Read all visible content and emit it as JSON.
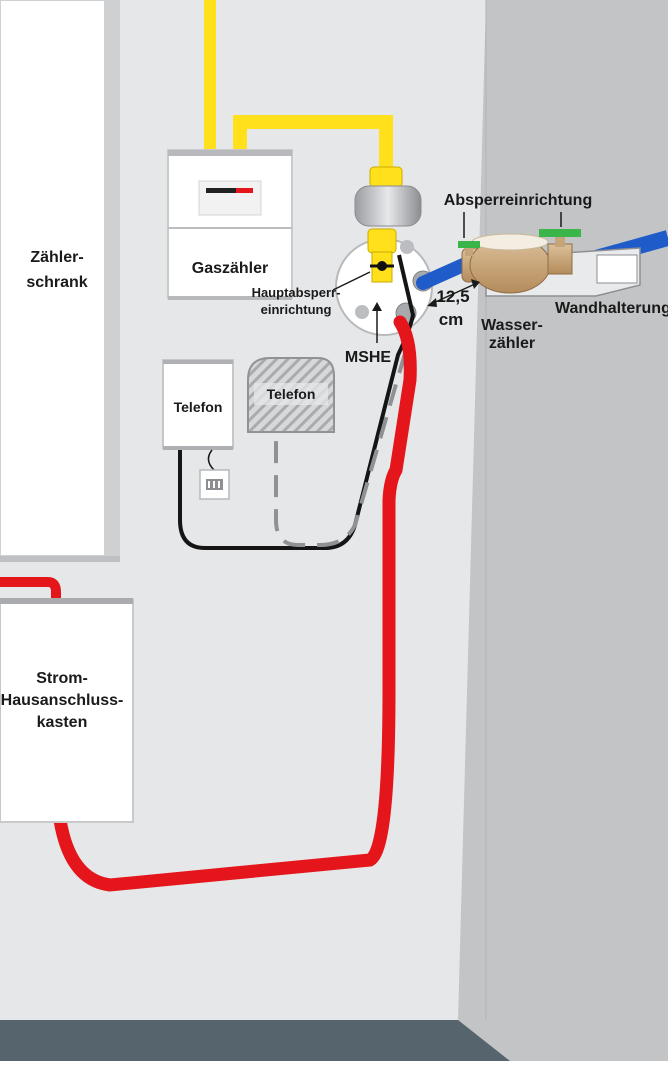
{
  "labels": {
    "zaehlerschrank_line1": "Zähler-",
    "zaehlerschrank_line2": "schrank",
    "gaszaehler": "Gaszähler",
    "absperreinrichtung": "Absperreinrichtung",
    "hauptabsperr_line1": "Hauptabsperr-",
    "hauptabsperr_line2": "einrichtung",
    "distance_value": "12,5",
    "distance_unit": "cm",
    "wasser_line1": "Wasser-",
    "wasser_line2": "zähler",
    "wandhalterung": "Wandhalterung",
    "mshe": "MSHE",
    "telefon_box": "Telefon",
    "telefon_hatched": "Telefon",
    "strom_line1": "Strom-",
    "strom_line2": "Hausanschluss-",
    "strom_line3": "kasten"
  },
  "colors": {
    "wall_left": "#e6e7e9",
    "wall_right": "#c2c4c6",
    "floor": "#56656d",
    "gas_pipe": "#ffe01b",
    "power_cable": "#e4161b",
    "water_pipe": "#1f5cc9",
    "telecom_cable": "#151515",
    "valve_green": "#3ab54a",
    "meter_brass": "#c7a57a"
  },
  "icons": {
    "socket": "telephone-socket-icon",
    "valve": "ball-valve-icon",
    "arrow": "distance-arrow-icon"
  }
}
